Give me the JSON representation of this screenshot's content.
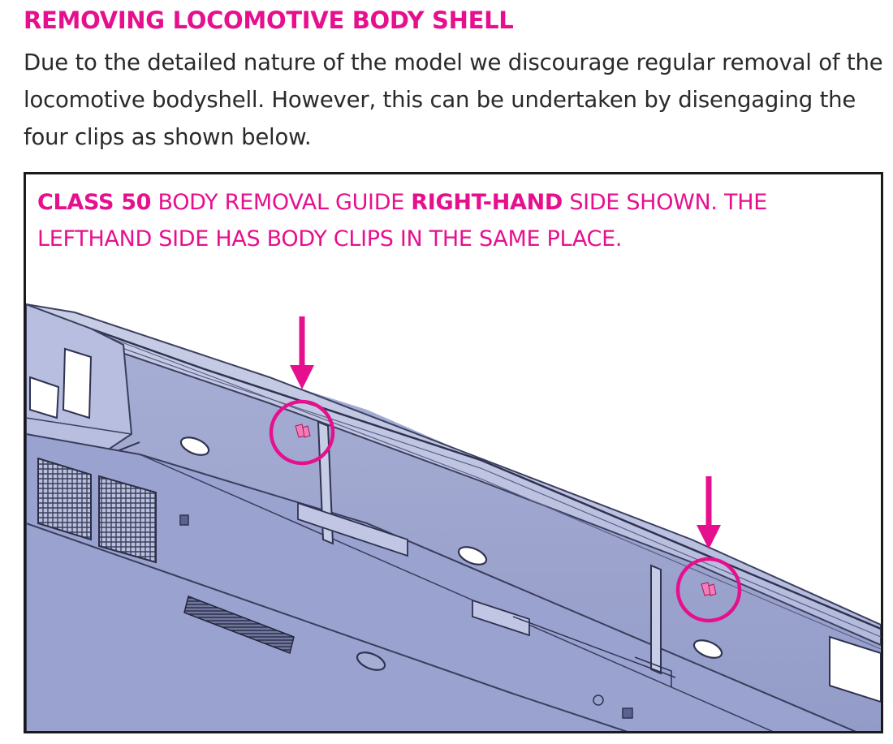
{
  "heading": "REMOVING LOCOMOTIVE BODY SHELL",
  "intro": "Due to the detailed nature of the model we discourage regular removal of the locomotive bodyshell. However, this can be undertaken by disengaging the four clips as shown below.",
  "figure": {
    "caption_bold_1": "CLASS 50",
    "caption_text_1": " BODY REMOVAL GUIDE ",
    "caption_bold_2": "RIGHT-HAND",
    "caption_text_2": " SIDE SHOWN. THE LEFTHAND SIDE HAS BODY CLIPS IN THE SAME PLACE.",
    "accent_color": "#e6108f",
    "body_color": "#a3abd3"
  }
}
